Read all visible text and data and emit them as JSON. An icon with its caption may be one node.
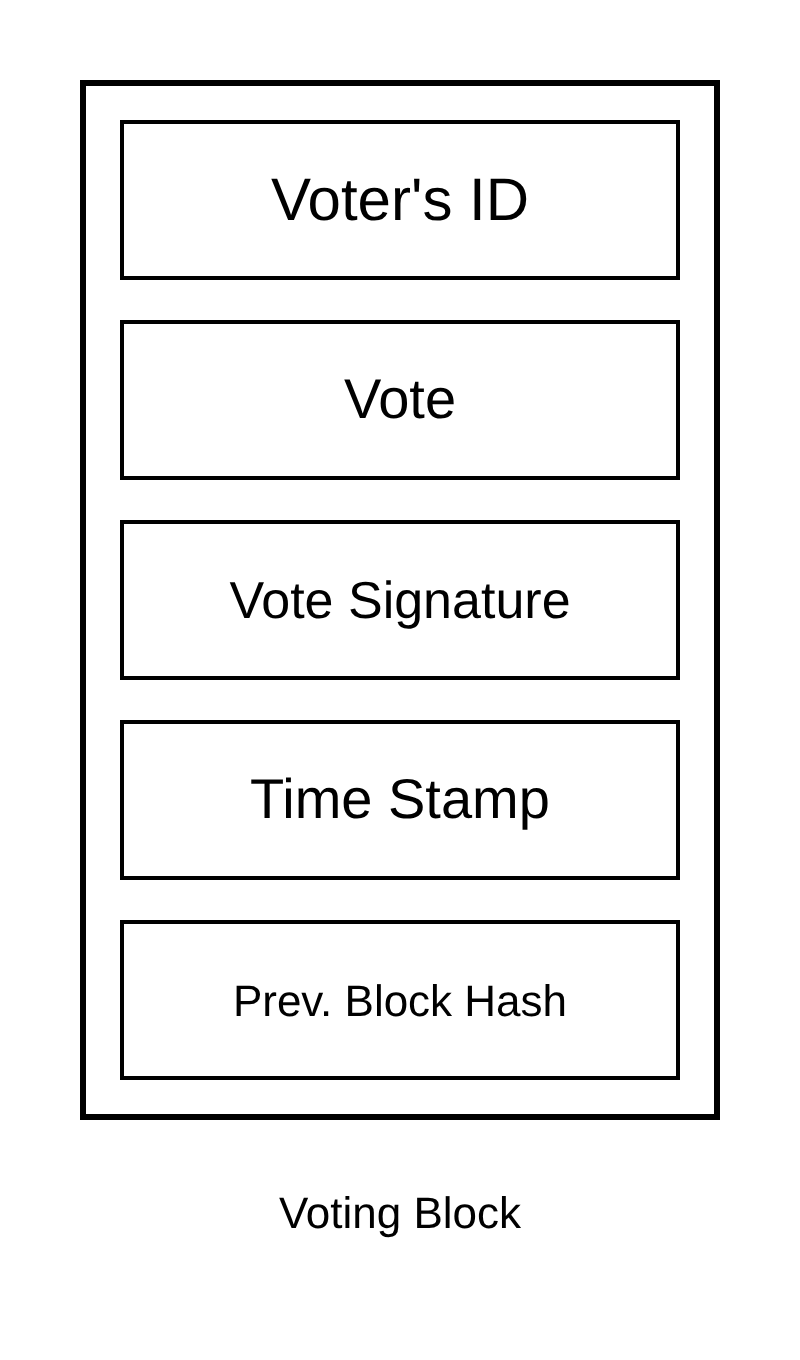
{
  "diagram": {
    "nodes": [
      {
        "text": [
          "Voting Block"
        ]
      },
      {
        "text": [
          "Voter's ID"
        ],
        "in": 0
      },
      {
        "text": [
          "Vote"
        ],
        "in": 0
      },
      {
        "text": [
          "Vote Signature"
        ],
        "in": 0
      },
      {
        "text": [
          "Time Stamp"
        ],
        "in": 0
      },
      {
        "text": [
          "Prev. Block Hash"
        ],
        "in": 0
      }
    ]
  }
}
